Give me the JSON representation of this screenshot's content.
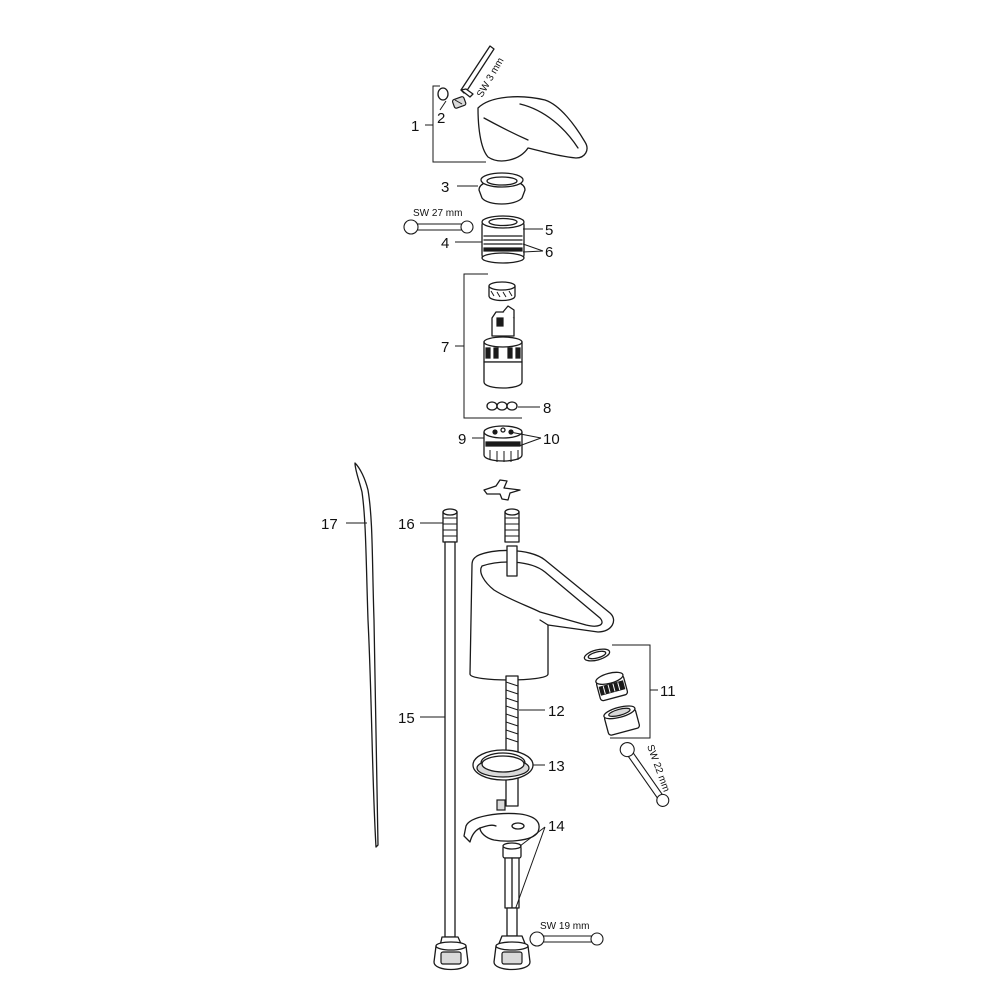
{
  "parts": [
    {
      "id": "1",
      "label": "1"
    },
    {
      "id": "2",
      "label": "2"
    },
    {
      "id": "3",
      "label": "3"
    },
    {
      "id": "4",
      "label": "4"
    },
    {
      "id": "5",
      "label": "5"
    },
    {
      "id": "6",
      "label": "6"
    },
    {
      "id": "7",
      "label": "7"
    },
    {
      "id": "8",
      "label": "8"
    },
    {
      "id": "9",
      "label": "9"
    },
    {
      "id": "10",
      "label": "10"
    },
    {
      "id": "11",
      "label": "11"
    },
    {
      "id": "12",
      "label": "12"
    },
    {
      "id": "13",
      "label": "13"
    },
    {
      "id": "14",
      "label": "14"
    },
    {
      "id": "15",
      "label": "15"
    },
    {
      "id": "16",
      "label": "16"
    },
    {
      "id": "17",
      "label": "17"
    }
  ],
  "tools": {
    "hex_key": "SW 3 mm",
    "wrench_27": "SW 27 mm",
    "wrench_22": "SW 22 mm",
    "wrench_19": "SW 19 mm"
  },
  "icons": [
    "hex-key-icon",
    "open-end-wrench-icon"
  ],
  "colors": {
    "line": "#1a1a1a",
    "background": "#ffffff"
  }
}
